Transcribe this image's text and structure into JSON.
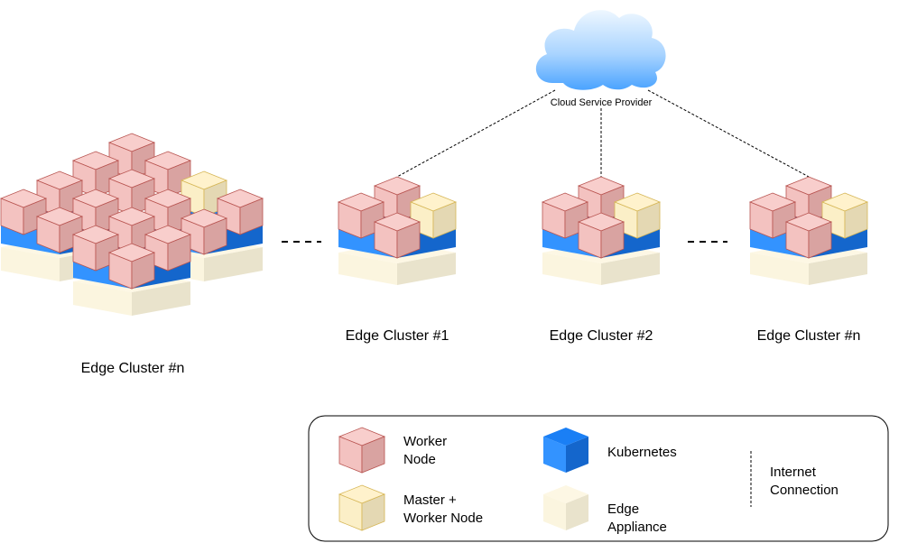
{
  "cloud": {
    "label": "Cloud Service Provider"
  },
  "clusters": [
    {
      "label": "Edge Cluster #n"
    },
    {
      "label": "Edge Cluster #1"
    },
    {
      "label": "Edge Cluster #2"
    },
    {
      "label": "Edge Cluster #n"
    }
  ],
  "legend": {
    "worker": [
      "Worker",
      "Node"
    ],
    "master": [
      "Master +",
      "Worker Node"
    ],
    "kubernetes": [
      "Kubernetes"
    ],
    "appliance": [
      "Edge",
      "Appliance"
    ],
    "internet": [
      "Internet",
      "Connection"
    ]
  },
  "colors": {
    "worker": "#f8cecc",
    "worker_stroke": "#b85450",
    "master": "#fff2cc",
    "master_stroke": "#d6b656",
    "kubernetes": "#1e7ef7",
    "appliance": "#fdf7e4",
    "cloud_top": "#e6f3ff",
    "cloud_bottom": "#4da6ff"
  }
}
